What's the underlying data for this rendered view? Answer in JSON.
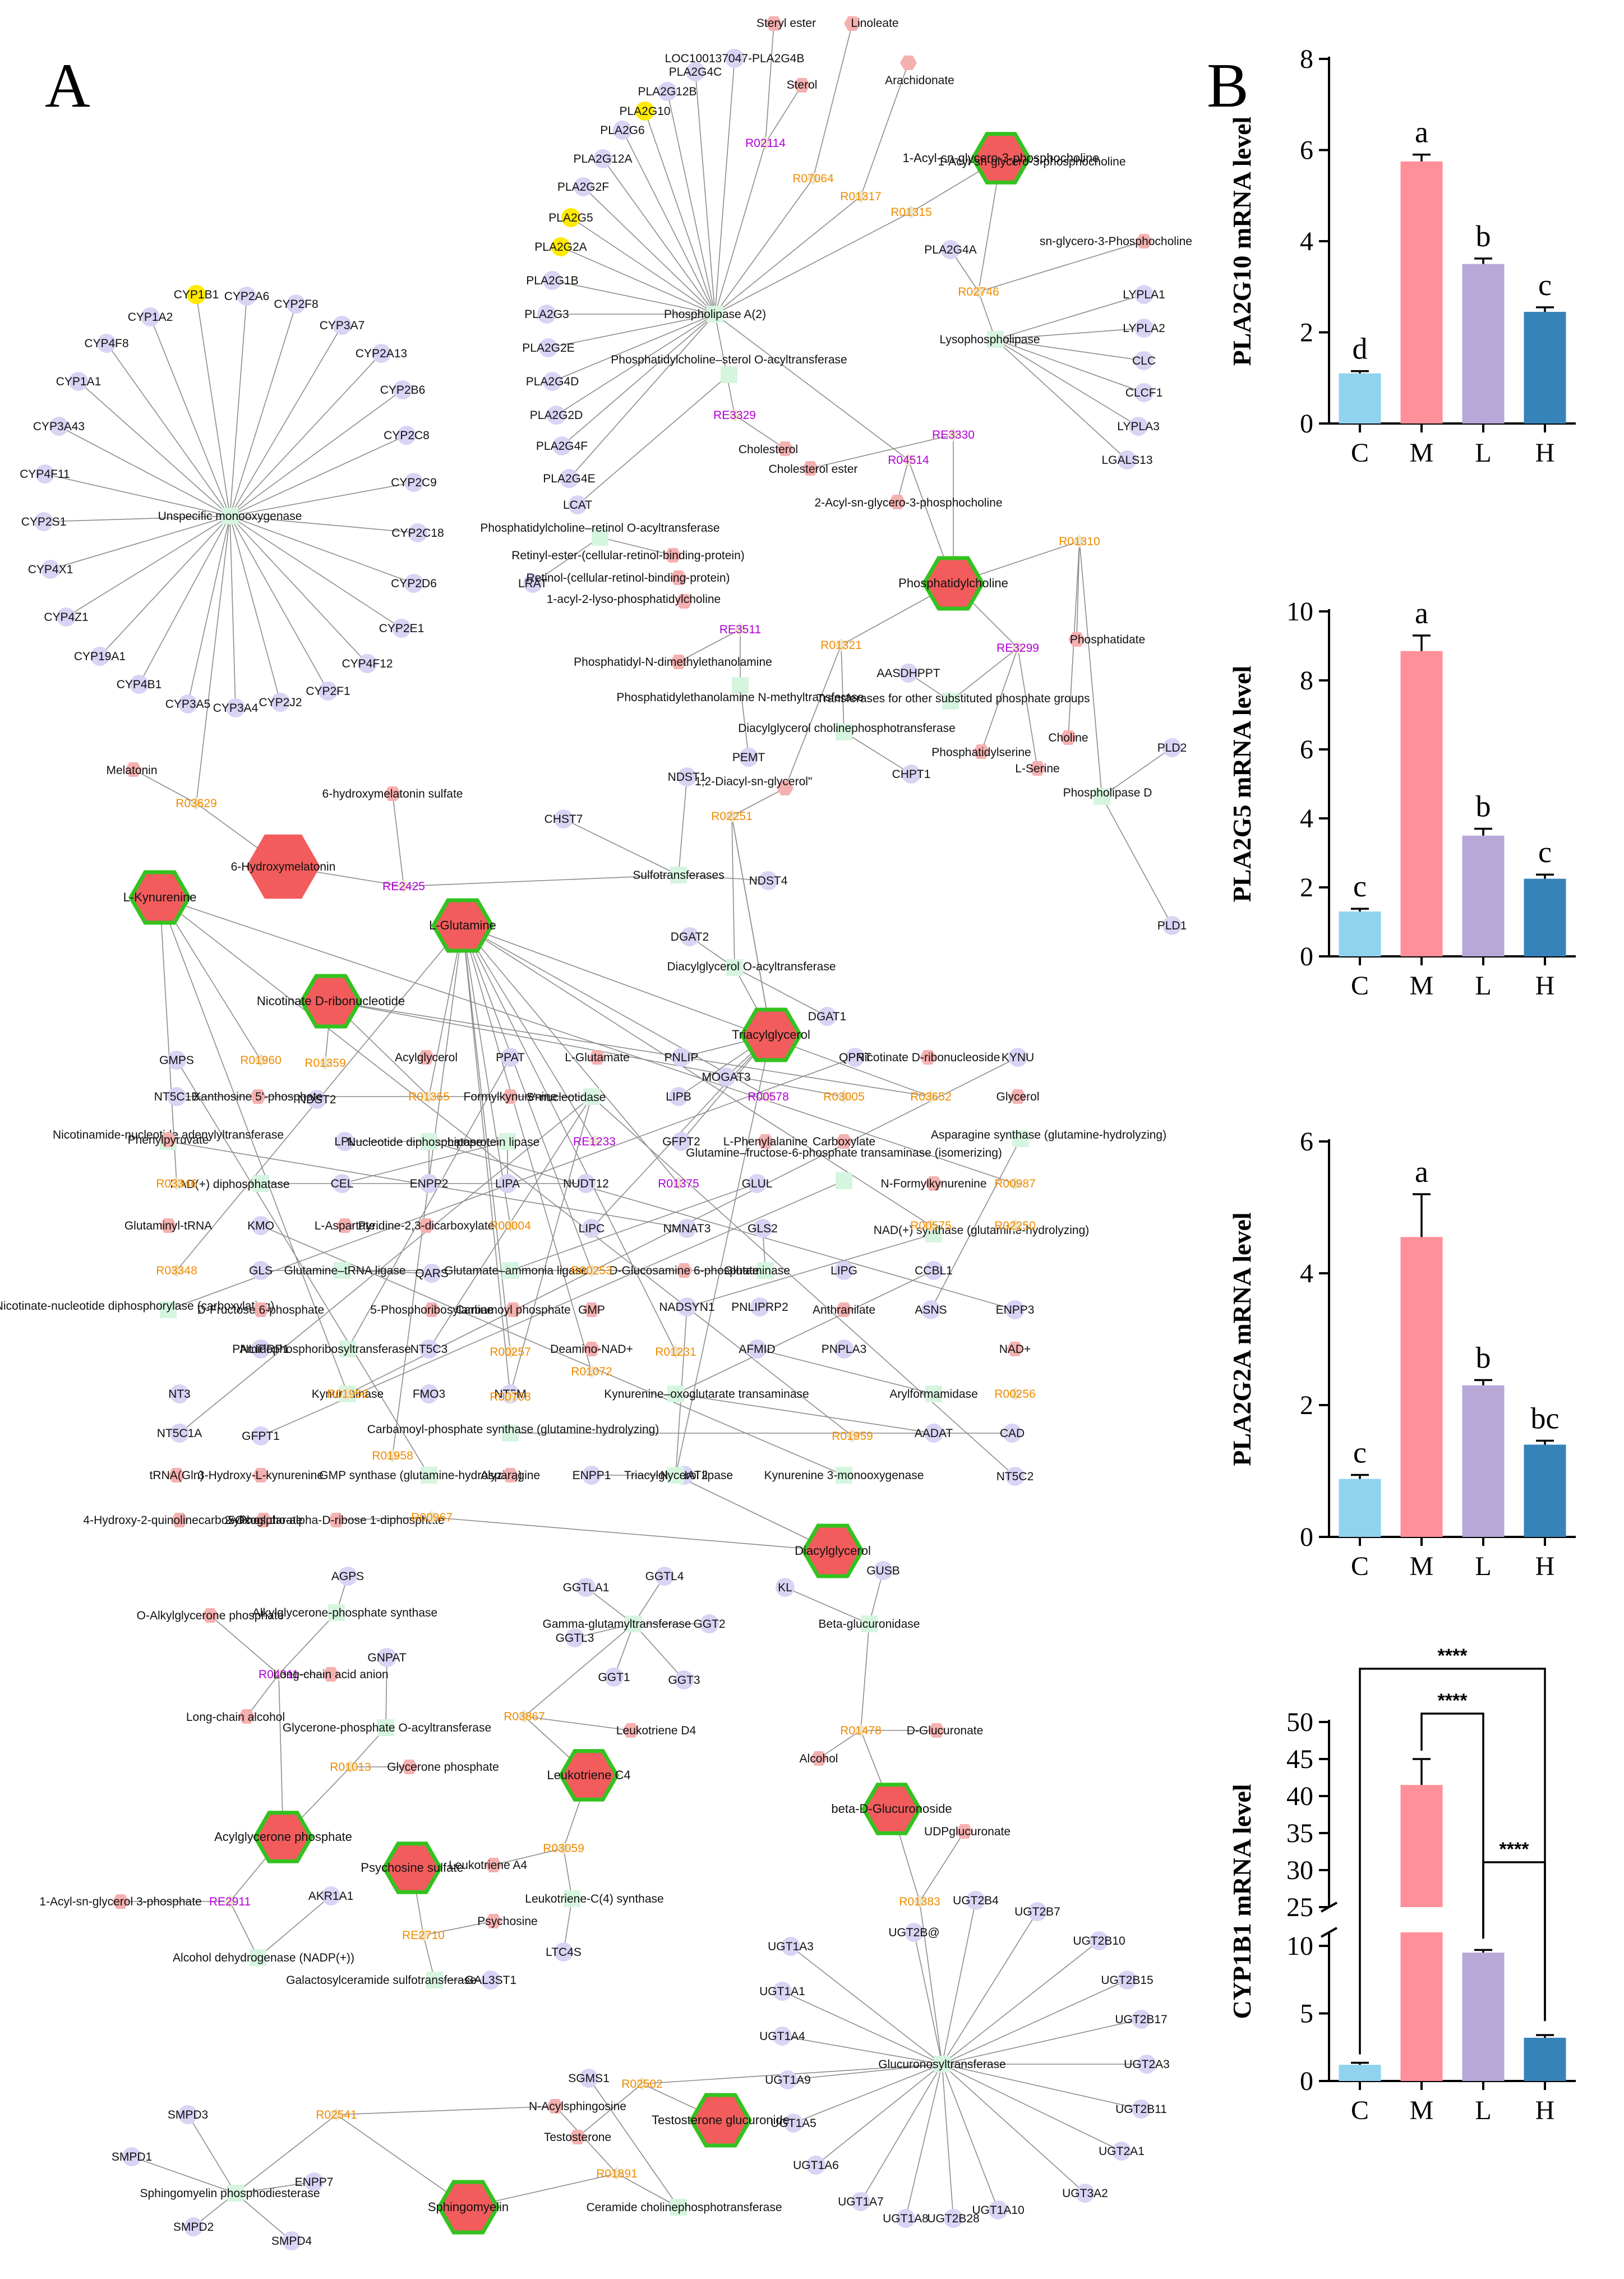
{
  "panel_a": {
    "letter": "A",
    "gene_labels": [
      "CYP1B1",
      "CYP2A6",
      "CYP1A2",
      "CYP2F8",
      "CYP3A7",
      "CYP4F8",
      "CYP2A13",
      "CYP1A1",
      "CYP2B6",
      "CYP3A43",
      "CYP2C8",
      "CYP4F11",
      "CYP2C9",
      "CYP2S1",
      "CYP2C18",
      "CYP4X1",
      "CYP2D6",
      "CYP4Z1",
      "CYP2E1",
      "CYP19A1",
      "CYP4F12",
      "CYP4B1",
      "CYP2F1",
      "CYP3A5",
      "CYP3A4",
      "CYP2J2",
      "PLA2G10",
      "PLA2G12B",
      "PLA2G4C",
      "LOC100137047-PLA2G4B",
      "PLA2G6",
      "PLA2G12A",
      "PLA2G2F",
      "PLA2G5",
      "PLA2G2A",
      "PLA2G1B",
      "PLA2G3",
      "PLA2G2E",
      "PLA2G4D",
      "PLA2G2D",
      "PLA2G4F",
      "PLA2G4E",
      "LCAT",
      "LRAT",
      "PLA2G4A",
      "LYPLA1",
      "LYPLA2",
      "CLC",
      "CLCF1",
      "LYPLA3",
      "LGALS13",
      "AASDHPPT",
      "PEMT",
      "CHPT1",
      "PLD2",
      "PLD1",
      "NDST1",
      "CHST7",
      "NDST4",
      "DGAT2",
      "DGAT1",
      "GMPS",
      "NT5C1B",
      "NDST2",
      "PPAT",
      "PNLIP",
      "QPRT",
      "KYNU",
      "MOGAT3",
      "LIPB",
      "LPL",
      "CEL",
      "ENPP2",
      "LIPA",
      "NUDT12",
      "GFPT2",
      "GLUL",
      "KMO",
      "LIPC",
      "NMNAT3",
      "GLS2",
      "GLS",
      "QARS",
      "LIPG",
      "CCBL1",
      "NADSYN1",
      "PNLIPRP2",
      "ASNS",
      "ENPP3",
      "PNLIPRP1",
      "NT5C3",
      "AFMID",
      "PNPLA3",
      "NT3",
      "NT5M",
      "NT5C1A",
      "GFPT1",
      "FMO3",
      "AADAT",
      "CAD",
      "NT5C2",
      "ENPP1",
      "NMNAT2",
      "AGPS",
      "GNPAT",
      "GGTLA1",
      "GGTL4",
      "GGT2",
      "GGTL3",
      "GGT1",
      "GGT3",
      "KL",
      "GUSB",
      "AKR1A1",
      "LTC4S",
      "UGT2B4",
      "UGT2B7",
      "UGT2B10",
      "UGT2B15",
      "UGT2B17",
      "UGT2A3",
      "UGT2B11",
      "UGT2A1",
      "UGT3A2",
      "UGT2B28",
      "UGT1A10",
      "UGT1A8",
      "UGT1A7",
      "UGT1A6",
      "UGT1A5",
      "UGT1A9",
      "UGT1A4",
      "UGT1A1",
      "UGT1A3",
      "UGT2B@",
      "SMPD3",
      "SMPD1",
      "SMPD2",
      "SMPD4",
      "ENPP7",
      "SGMS1",
      "GAL3ST1"
    ],
    "enzyme_labels": [
      "Unspecific monooxygenase",
      "Phospholipase A(2)",
      "Lysophospholipase",
      "Phosphatidylcholine–sterol O-acyltransferase",
      "Phosphatidylcholine–retinol O-acyltransferase",
      "Phosphatidylethanolamine N-methyltransferase",
      "Diacylglycerol cholinephosphotransferase",
      "Transferases for other substituted phosphate groups",
      "Phospholipase D",
      "Sulfotransferases",
      "Diacylglycerol O-acyltransferase",
      "5'-nucleotidase",
      "Nucleotide diphosphatase",
      "Lipoprotein lipase",
      "Glutamine–fructose-6-phosphate transaminase (isomerizing)",
      "Asparagine synthase (glutamine-hydrolyzing)",
      "Nicotinamide-nucleotide adenylyltransferase",
      "NAD(+) diphosphatase",
      "Glutamine–tRNA ligase",
      "Glutamate–ammonia ligase",
      "Glutaminase",
      "NAD(+) synthase (glutamine-hydrolyzing)",
      "Nicotinate-nucleotide diphosphorylase (carboxylating)",
      "Amidophosphoribosyltransferase",
      "Kynureninase",
      "Kynurenine–oxoglutarate transaminase",
      "Arylformamidase",
      "Carbamoyl-phosphate synthase (glutamine-hydrolyzing)",
      "GMP synthase (glutamine-hydrolyzing)",
      "Triacylglycerol lipase",
      "Kynurenine 3-monooxygenase",
      "Alkylglycerone-phosphate synthase",
      "Glycerone-phosphate O-acyltransferase",
      "Gamma-glutamyltransferase",
      "Beta-glucuronidase",
      "Leukotriene-C(4) synthase",
      "Alcohol dehydrogenase (NADP(+))",
      "Galactosylceramide sulfotransferase",
      "Glucuronosyltransferase",
      "Sphingomyelin phosphodiesterase",
      "Ceramide cholinephosphotransferase"
    ],
    "metabolite_labels": [
      "Steryl ester",
      "Linoleate",
      "Arachidonate",
      "Sterol",
      "1-Acyl-sn-glycero-3-phosphocholine",
      "sn-glycero-3-Phosphocholine",
      "Cholesterol",
      "Cholesterol ester",
      "2-Acyl-sn-glycero-3-phosphocholine",
      "Retinyl-ester-(cellular-retinol-binding-protein)",
      "Retinol-(cellular-retinol-binding-protein)",
      "1-acyl-2-lyso-phosphatidylcholine",
      "Phosphatidylcholine",
      "Phosphatidyl-N-dimethylethanolamine",
      "Phosphatidate",
      "Choline",
      "Phosphatidylserine",
      "L-Serine",
      "\"1,2-Diacyl-sn-glycerol\"",
      "Melatonin",
      "6-hydroxymelatonin sulfate",
      "6-Hydroxymelatonin",
      "L-Kynurenine",
      "L-Glutamine",
      "Nicotinate D-ribonucleotide",
      "Triacylglycerol",
      "Acylglycerol",
      "L-Glutamate",
      "Nicotinate D-ribonucleoside",
      "Glycerol",
      "Xanthosine 5'-phosphate",
      "Formylkynurenine",
      "Carboxylate",
      "L-Phenylalanine",
      "Phenylpyruvate",
      "N-Formylkynurenine",
      "Glutaminyl-tRNA",
      "L-Aspartate",
      "Pyridine-2,3-dicarboxylate",
      "D-Glucosamine 6-phosphate",
      "Carbamoyl phosphate",
      "GMP",
      "Deamino-NAD+",
      "Anthranilate",
      "NAD+",
      "D-Fructose 6-phosphate",
      "5-Phosphoribosylamine",
      "tRNA(Gln)",
      "3-Hydroxy-L-kynurenine",
      "Asparagine",
      "4-Hydroxy-2-quinolinecarboxylic acid",
      "2-Oxoglutarate",
      "5-Phospho-alpha-D-ribose 1-diphosphate",
      "Diacylglycerol",
      "O-Alkylglycerone phosphate",
      "Long-chain acid anion",
      "Long-chain alcohol",
      "Glycerone phosphate",
      "Acylglycerone phosphate",
      "1-Acyl-sn-glycerol 3-phosphate",
      "Leukotriene D4",
      "Leukotriene C4",
      "Leukotriene A4",
      "Psychosine sulfate",
      "Psychosine",
      "D-Glucuronate",
      "Alcohol",
      "beta-D-Glucuronoside",
      "UDPglucuronate",
      "N-Acylsphingosine",
      "Testosterone",
      "Testosterone glucuronide",
      "Sphingomyelin"
    ],
    "reaction_labels": [
      "R02114",
      "R07064",
      "R01317",
      "R01315",
      "R02746",
      "RE3329",
      "RE3330",
      "R04514",
      "R01310",
      "RE3511",
      "R01321",
      "RE3299",
      "R02251",
      "R03629",
      "RE2425",
      "R01960",
      "R01359",
      "R01365",
      "R00578",
      "R03005",
      "R03652",
      "RE1233",
      "R03346",
      "R01375",
      "R00987",
      "R00575",
      "R02250",
      "R00004",
      "R03348",
      "R00253",
      "R00257",
      "R01072",
      "R01231",
      "R00256",
      "R01958",
      "R01956",
      "R00768",
      "R01959",
      "R00967",
      "R04311",
      "R01013",
      "R03867",
      "R01478",
      "R03059",
      "R01383",
      "RE2911",
      "RE2710",
      "R02502",
      "R02541",
      "R01891"
    ]
  },
  "panel_b": {
    "letter": "B",
    "categories": [
      "C",
      "M",
      "L",
      "H"
    ]
  },
  "colors": {
    "ctrl": "#8fd3ef",
    "model": "#ff8f98",
    "low": "#b7a8d8",
    "high": "#3683ba",
    "gene_node": "#d8d4f4",
    "gene_highlight": "#ffea00",
    "enzyme_node": "#d6f5df",
    "metabolite_node": "#f5b0b0",
    "key_metabolite": "#f25c5c",
    "key_border": "#33c21f",
    "reaction_node": "#eee6cc",
    "reaction_orange": "#f08c00",
    "reaction_purple": "#b000d8"
  },
  "chart_data": [
    {
      "type": "bar",
      "ylabel": "PLA2G10 mRNA level",
      "categories": [
        "C",
        "M",
        "L",
        "H"
      ],
      "values": [
        1.1,
        5.75,
        3.5,
        2.45
      ],
      "errors": [
        0.05,
        0.15,
        0.12,
        0.1
      ],
      "significance": [
        "d",
        "a",
        "b",
        "c"
      ],
      "ylim": [
        0,
        8
      ],
      "yticks": [
        0,
        2,
        4,
        6,
        8
      ]
    },
    {
      "type": "bar",
      "ylabel": "PLA2G5 mRNA level",
      "categories": [
        "C",
        "M",
        "L",
        "H"
      ],
      "values": [
        1.3,
        8.85,
        3.5,
        2.25
      ],
      "errors": [
        0.08,
        0.45,
        0.2,
        0.12
      ],
      "significance": [
        "c",
        "a",
        "b",
        "c"
      ],
      "ylim": [
        0,
        10
      ],
      "yticks": [
        0,
        2,
        4,
        6,
        8,
        10
      ]
    },
    {
      "type": "bar",
      "ylabel": "PLA2G2A mRNA level",
      "categories": [
        "C",
        "M",
        "L",
        "H"
      ],
      "values": [
        0.88,
        4.55,
        2.3,
        1.4
      ],
      "errors": [
        0.06,
        0.65,
        0.08,
        0.06
      ],
      "significance": [
        "c",
        "a",
        "b",
        "bc"
      ],
      "ylim": [
        0,
        6
      ],
      "yticks": [
        0,
        2,
        4,
        6
      ]
    },
    {
      "type": "bar",
      "ylabel": "CYP1B1 mRNA level",
      "categories": [
        "C",
        "M",
        "L",
        "H"
      ],
      "values": [
        1.2,
        41.5,
        9.5,
        3.2
      ],
      "errors": [
        0.15,
        3.5,
        0.2,
        0.2
      ],
      "axis_break": [
        11,
        25
      ],
      "ylim": [
        0,
        50
      ],
      "yticks_lower": [
        0,
        5,
        10
      ],
      "yticks_upper": [
        25,
        30,
        35,
        40,
        45,
        50
      ],
      "comparisons": [
        {
          "from": "C",
          "to": "H",
          "label": "****"
        },
        {
          "from": "M",
          "to": "L",
          "label": "****"
        },
        {
          "from": "L",
          "to": "H",
          "label": "****"
        }
      ]
    }
  ]
}
